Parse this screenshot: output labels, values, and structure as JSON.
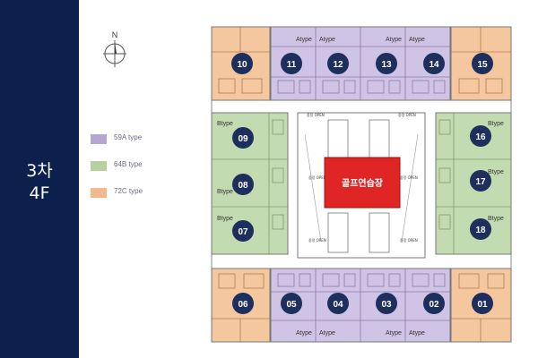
{
  "sidebar": {
    "title_line1": "3차",
    "title_line2": "4F"
  },
  "compass": {
    "label": "N"
  },
  "legend": [
    {
      "label": "59A type",
      "color": "#b5a6d4"
    },
    {
      "label": "64B type",
      "color": "#b6d1a0"
    },
    {
      "label": "72C type",
      "color": "#f1b98c"
    }
  ],
  "colors": {
    "purple": "#cfc3e6",
    "green": "#c3dbb0",
    "orange": "#f5c79e",
    "badge": "#1e2f5e",
    "golf": "#e02525",
    "sidebar": "#0c1f4d"
  },
  "units_top": [
    "10",
    "11",
    "12",
    "13",
    "14",
    "15"
  ],
  "units_left": [
    "09",
    "08",
    "07"
  ],
  "units_right": [
    "16",
    "17",
    "18"
  ],
  "units_bottom": [
    "06",
    "05",
    "04",
    "03",
    "02",
    "01"
  ],
  "type_labels": {
    "a": "Atype",
    "b": "Btype"
  },
  "center": {
    "golf_label": "골프연습장",
    "open_label": "중정 OPEN"
  }
}
